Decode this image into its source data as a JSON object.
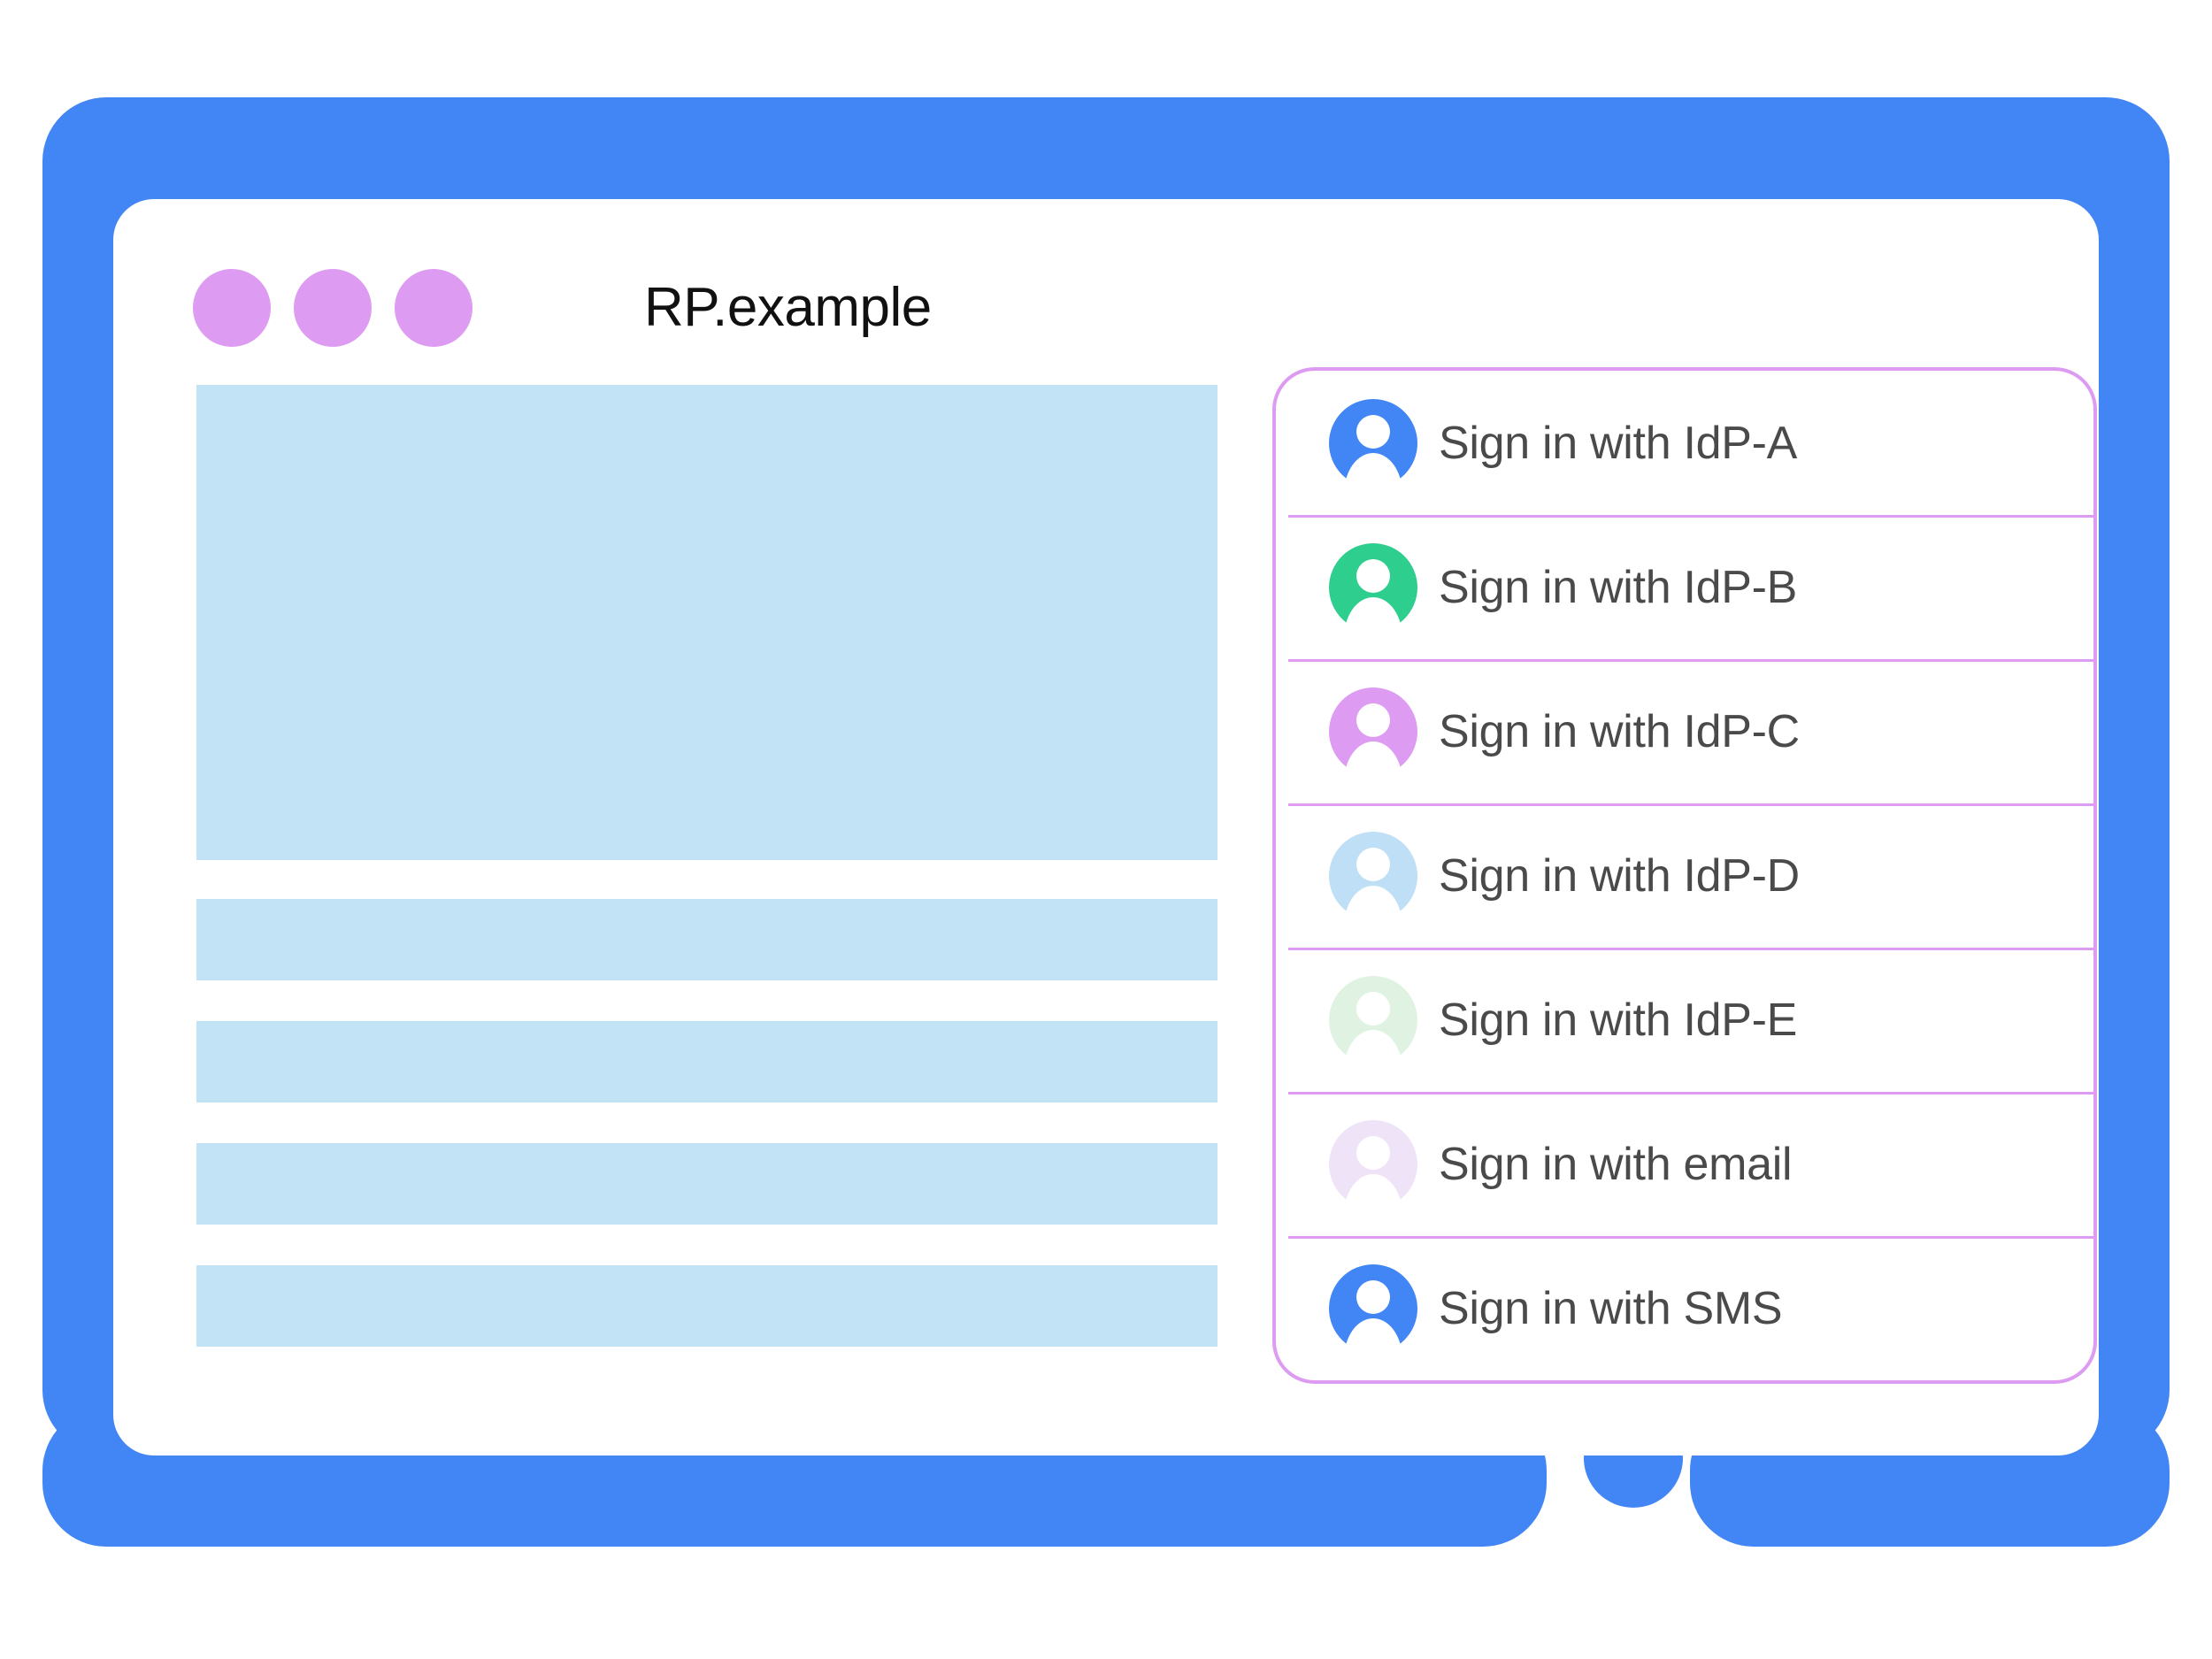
{
  "colors": {
    "frame_blue": "#4285F4",
    "placeholder_blue": "#C2E3F6",
    "panel_border_purple": "#DD9BF2",
    "title_dot_purple": "#DD9BF2",
    "label_text": "#4a4a4a",
    "title_text": "#111111"
  },
  "titlebar": {
    "title": "RP.example",
    "dots": [
      "window-dot-1",
      "window-dot-2",
      "window-dot-3"
    ]
  },
  "content": {
    "placeholders": [
      {
        "name": "content-hero-block",
        "kind": "hero"
      },
      {
        "name": "content-bar-1",
        "kind": "bar"
      },
      {
        "name": "content-bar-2",
        "kind": "bar"
      },
      {
        "name": "content-bar-3",
        "kind": "bar"
      },
      {
        "name": "content-bar-4",
        "kind": "bar"
      }
    ]
  },
  "signin_panel": {
    "name": "account-chooser-panel",
    "items": [
      {
        "label": "Sign in with IdP-A",
        "avatar_color": "#4285F4",
        "icon": "person-avatar-icon"
      },
      {
        "label": "Sign in with IdP-B",
        "avatar_color": "#2ECE8E",
        "icon": "person-avatar-icon"
      },
      {
        "label": "Sign in with IdP-C",
        "avatar_color": "#DD9BF2",
        "icon": "person-avatar-icon"
      },
      {
        "label": "Sign in with IdP-D",
        "avatar_color": "#BEDFF5",
        "icon": "person-avatar-icon"
      },
      {
        "label": "Sign in with IdP-E",
        "avatar_color": "#E0F3E3",
        "icon": "person-avatar-icon"
      },
      {
        "label": "Sign in with email",
        "avatar_color": "#EFE3F7",
        "icon": "person-avatar-icon"
      },
      {
        "label": "Sign in with SMS",
        "avatar_color": "#4285F4",
        "icon": "person-avatar-icon"
      }
    ]
  },
  "device": {
    "home_button": "home-button"
  }
}
